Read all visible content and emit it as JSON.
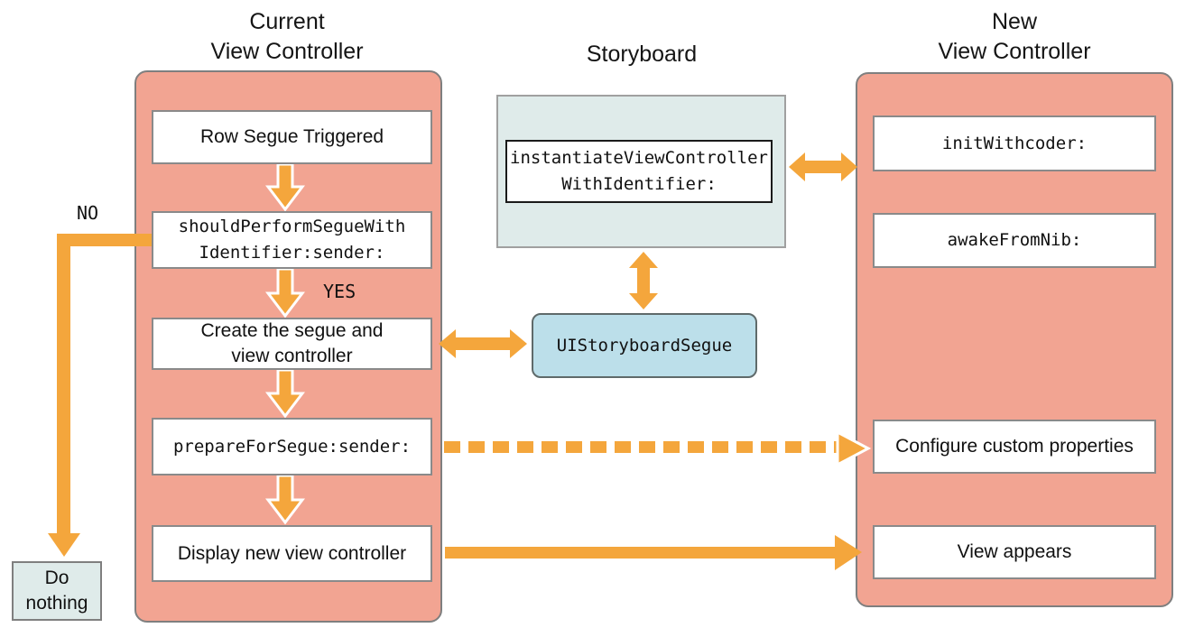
{
  "titles": {
    "current_vc": "Current\nView Controller",
    "storyboard": "Storyboard",
    "new_vc": "New\nView Controller"
  },
  "current_vc": {
    "row_segue": "Row Segue Triggered",
    "should_perform": "shouldPerformSegueWith\nIdentifier:sender:",
    "create_segue": "Create the segue and\nview controller",
    "prepare_for_segue": "prepareForSegue:sender:",
    "display_new": "Display new view controller"
  },
  "storyboard": {
    "instantiate": "instantiateViewController\nWithIdentifier:",
    "segue_class": "UIStoryboardSegue"
  },
  "new_vc": {
    "init_with_coder": "initWithcoder:",
    "awake_from_nib": "awakeFromNib:",
    "configure": "Configure custom properties",
    "view_appears": "View appears"
  },
  "labels": {
    "no": "NO",
    "yes": "YES",
    "do_nothing": "Do\nnothing"
  },
  "colors": {
    "salmon": "#F2A492",
    "orange": "#F4A63C",
    "panel_teal": "#DFEBEA",
    "segue_blue": "#BCDFEA"
  }
}
